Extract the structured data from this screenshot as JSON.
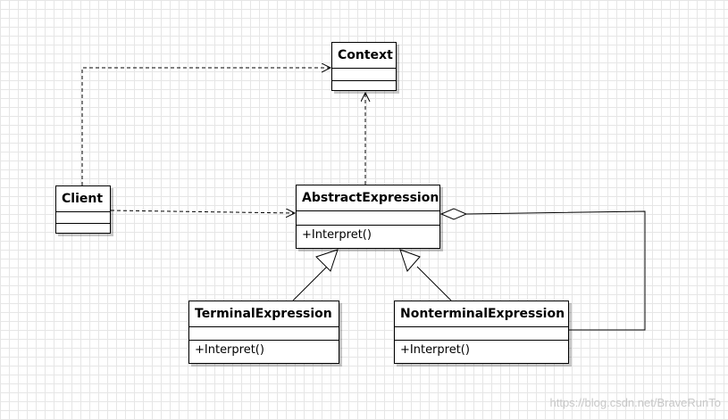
{
  "classes": {
    "context": {
      "name": "Context",
      "operations": []
    },
    "client": {
      "name": "Client",
      "operations": []
    },
    "abstract_expression": {
      "name": "AbstractExpression",
      "operations": [
        "+Interpret()"
      ]
    },
    "terminal_expression": {
      "name": "TerminalExpression",
      "operations": [
        "+Interpret()"
      ]
    },
    "nonterminal_expression": {
      "name": "NonterminalExpression",
      "operations": [
        "+Interpret()"
      ]
    }
  },
  "relationships": [
    {
      "from": "Client",
      "to": "Context",
      "type": "dependency"
    },
    {
      "from": "Client",
      "to": "AbstractExpression",
      "type": "dependency"
    },
    {
      "from": "AbstractExpression",
      "to": "Context",
      "type": "dependency"
    },
    {
      "from": "TerminalExpression",
      "to": "AbstractExpression",
      "type": "generalization"
    },
    {
      "from": "NonterminalExpression",
      "to": "AbstractExpression",
      "type": "generalization"
    },
    {
      "from": "NonterminalExpression",
      "to": "AbstractExpression",
      "type": "aggregation"
    }
  ],
  "watermark": "https://blog.csdn.net/BraveRunTo"
}
